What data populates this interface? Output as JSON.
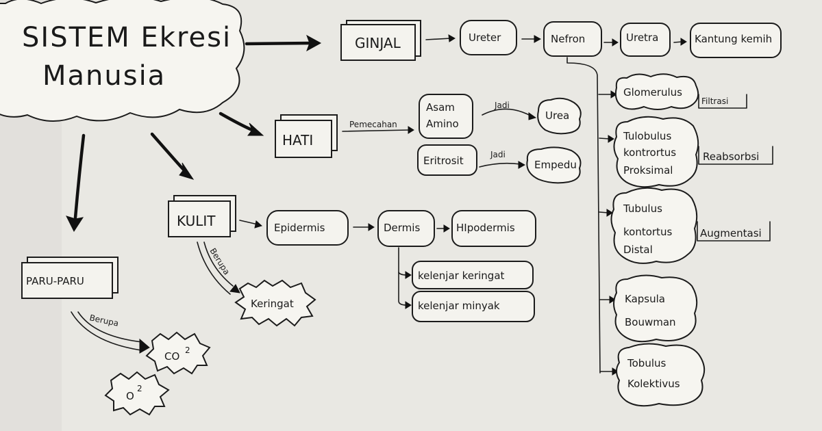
{
  "title": {
    "line1": "SISTEM Ekresi",
    "line2": "Manusia"
  },
  "organs": {
    "ginjal": "GINJAL",
    "hati": "HATI",
    "kulit": "KULIT",
    "paru": "PARU-PARU"
  },
  "ginjal_chain": {
    "ureter": "Ureter",
    "nefron": "Nefron",
    "uretra": "Uretra",
    "kantung": "Kantung kemih"
  },
  "nefron_parts": {
    "glomerulus": "Glomerulus",
    "filtrasi": "Filtrasi",
    "proksimal": [
      "Tulobulus",
      "kontrortus",
      "Proksimal"
    ],
    "reabsorbsi": "Reabsorbsi",
    "distal": [
      "Tubulus",
      "kontortus",
      "Distal"
    ],
    "augmentasi": "Augmentasi",
    "kapsula": [
      "Kapsula",
      "Bouwman"
    ],
    "kolektivus": [
      "Tobulus",
      "Kolektivus"
    ]
  },
  "hati_chain": {
    "pemecahan": "Pemecahan",
    "asam_amino": [
      "Asam",
      "Amino"
    ],
    "jadi1": "Jadi",
    "urea": "Urea",
    "eritrosit": "Eritrosit",
    "jadi2": "Jadi",
    "empedu": "Empedu"
  },
  "kulit_chain": {
    "berupa": "Berupa",
    "keringat": "Keringat",
    "epidermis": "Epidermis",
    "dermis": "Dermis",
    "hipodermis": "HIpodermis",
    "kelenjar_keringat": "kelenjar keringat",
    "kelenjar_minyak": "kelenjar minyak"
  },
  "paru_chain": {
    "berupa": "Berupa",
    "co2": "CO",
    "co2_sup": "2",
    "o2": "O",
    "o2_sup": "2"
  }
}
